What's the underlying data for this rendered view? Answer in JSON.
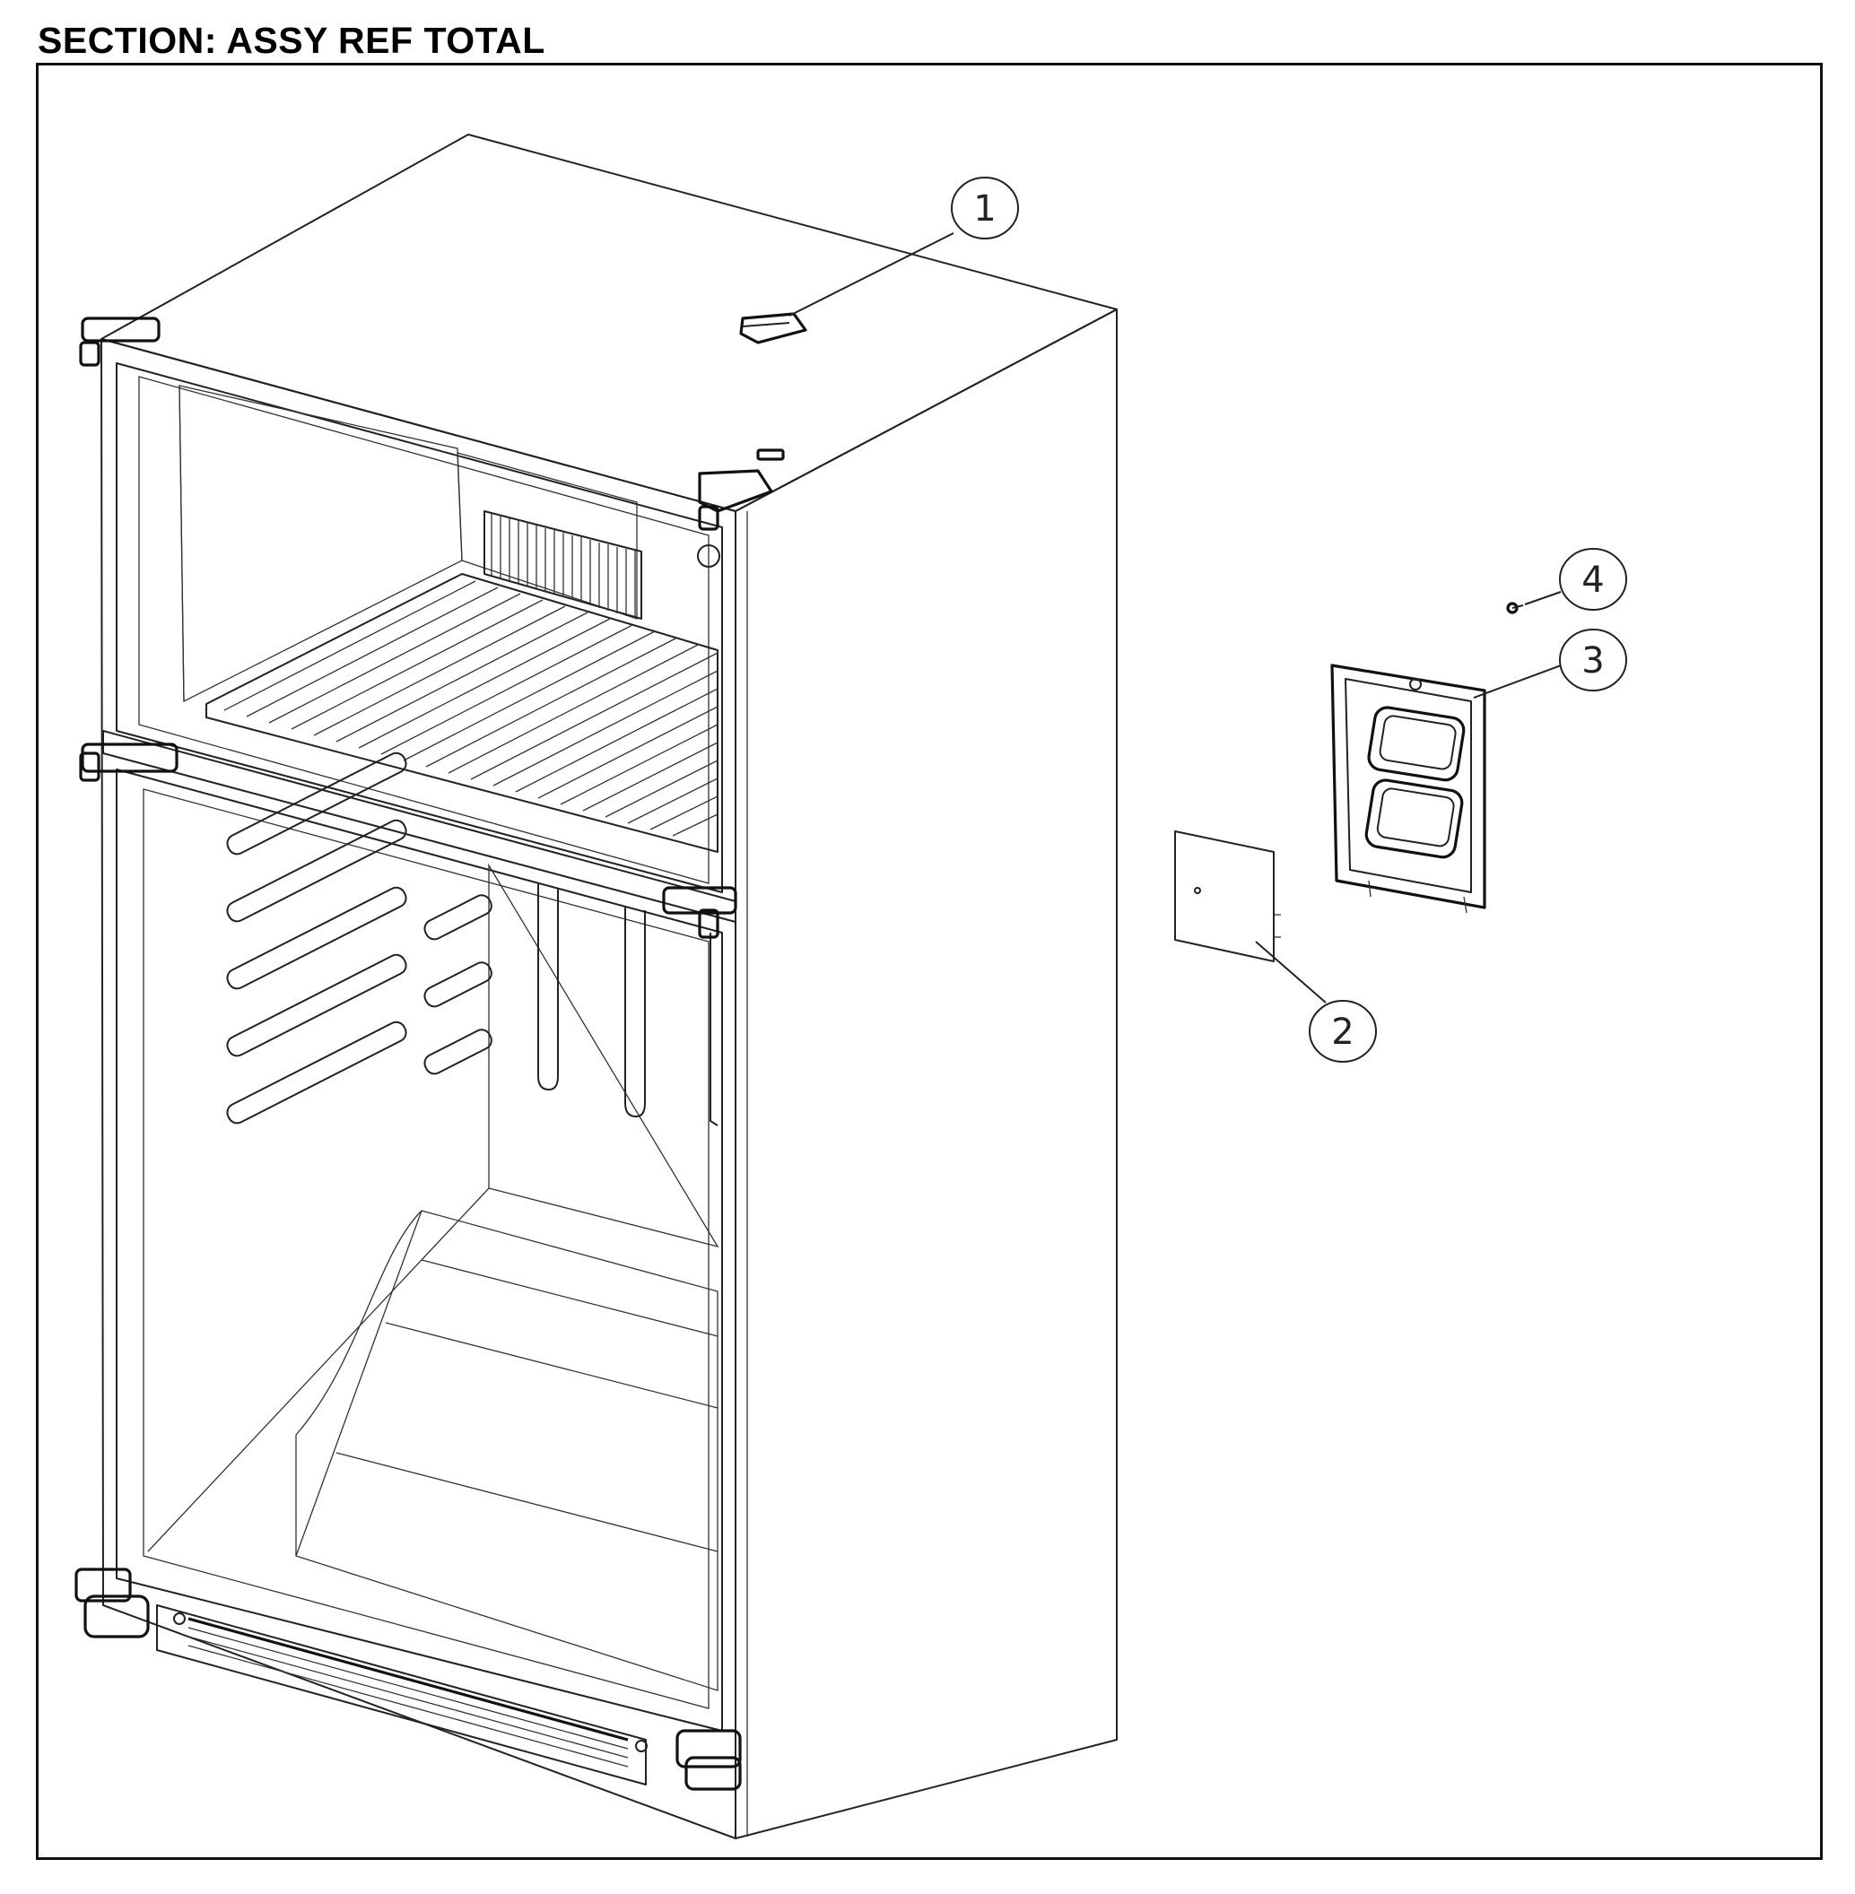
{
  "section": {
    "title": "SECTION: ASSY REF TOTAL"
  },
  "callouts": [
    {
      "label": "1",
      "part": "top-cap"
    },
    {
      "label": "2",
      "part": "cover-plate"
    },
    {
      "label": "3",
      "part": "rear-cover-frame"
    },
    {
      "label": "4",
      "part": "screw"
    }
  ]
}
